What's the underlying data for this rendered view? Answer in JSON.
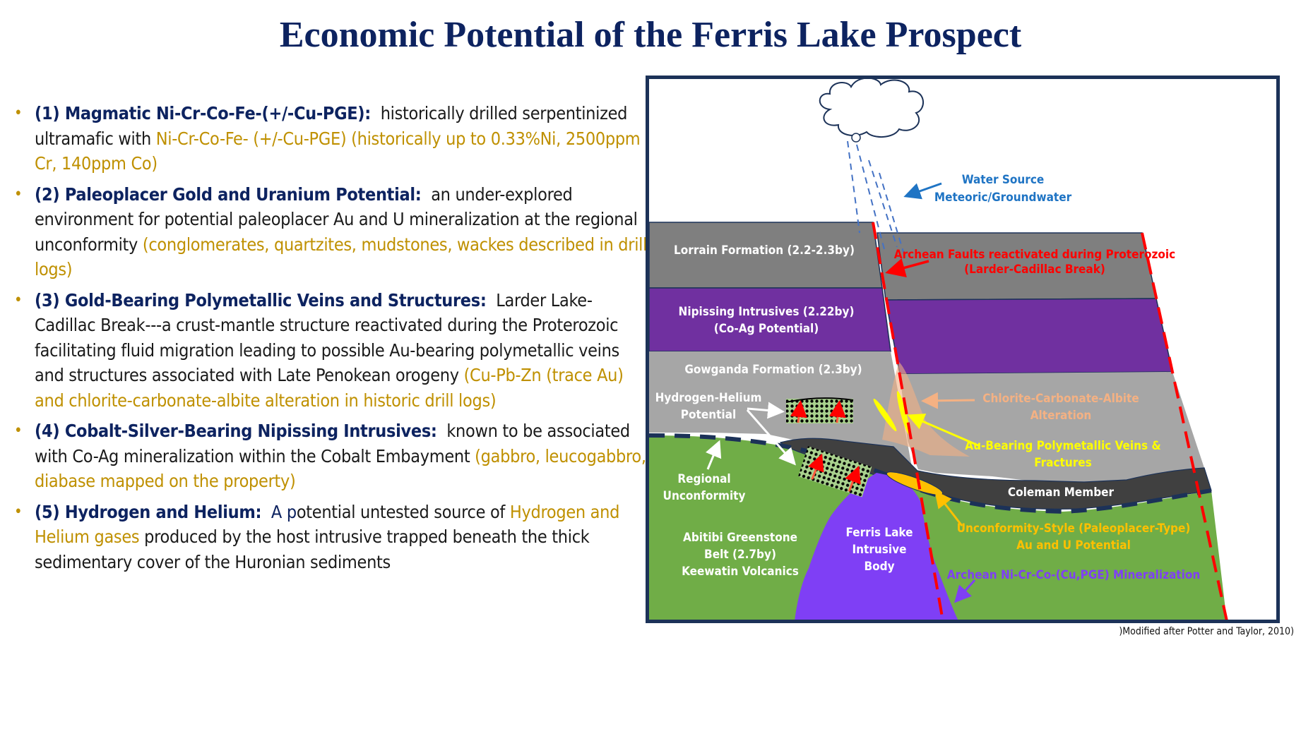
{
  "title": "Economic Potential of the Ferris Lake Prospect",
  "bullets": [
    {
      "heading": "(1) Magmatic Ni-Cr-Co-Fe-(+/-Cu-PGE):",
      "body": "historically drilled serpentinized ultramafic with",
      "highlight": "Ni-Cr-Co-Fe- (+/-Cu-PGE) (historically up to 0.33%Ni, 2500ppm Cr, 140ppm Co)"
    },
    {
      "heading": "(2) Paleoplacer Gold and Uranium Potential:",
      "body": "an under-explored environment for potential paleoplacer Au and U mineralization at the regional unconformity",
      "highlight": "(conglomerates, quartzites, mudstones, wackes described in drill logs)"
    },
    {
      "heading": "(3) Gold-Bearing Polymetallic Veins and Structures:",
      "body": "Larder Lake-Cadillac Break---a crust-mantle structure reactivated during the Proterozoic facilitating fluid migration leading to possible Au-bearing polymetallic veins and structures associated with Late Penokean orogeny",
      "highlight": "(Cu-Pb-Zn (trace Au) and chlorite-carbonate-albite alteration in historic drill logs)"
    },
    {
      "heading": "(4) Cobalt-Silver-Bearing Nipissing Intrusives:",
      "body": "known to be associated with Co-Ag mineralization within the Cobalt Embayment",
      "highlight": "(gabbro, leucogabbro, diabase mapped on the property)"
    },
    {
      "heading": "(5) Hydrogen and Helium:",
      "body_navy": "A p",
      "body": "otential untested source of ",
      "highlight": "Hydrogen and Helium gases",
      "tail": "produced by the host intrusive trapped beneath the thick sedimentary cover of the Huronian sediments"
    }
  ],
  "diagram": {
    "labels": {
      "water_source_1": "Water Source",
      "water_source_2": "Meteoric/Groundwater",
      "faults_1": "Archean Faults reactivated during Proterozoic",
      "faults_2": "(Larder-Cadillac Break)",
      "lorrain": "Lorrain Formation (2.2-2.3by)",
      "nipissing_1": "Nipissing Intrusives (2.22by)",
      "nipissing_2": "(Co-Ag Potential)",
      "gowganda": "Gowganda Formation (2.3by)",
      "hh_1": "Hydrogen-Helium",
      "hh_2": "Potential",
      "alteration_1": "Chlorite-Carbonate-Albite",
      "alteration_2": "Alteration",
      "veins_1": "Au-Bearing Polymetallic Veins &",
      "veins_2": "Fractures",
      "unconformity_1": "Regional",
      "unconformity_2": "Unconformity",
      "coleman": "Coleman Member",
      "paleoplacer_1": "Unconformity-Style (Paleoplacer-Type)",
      "paleoplacer_2": "Au and U Potential",
      "abitibi_1": "Abitibi Greenstone",
      "abitibi_2": "Belt (2.7by)",
      "abitibi_3": "Keewatin Volcanics",
      "ferris_1": "Ferris Lake",
      "ferris_2": "Intrusive",
      "ferris_3": "Body",
      "archean_min": "Archean Ni-Cr-Co-(Cu,PGE) Mineralization"
    },
    "colors": {
      "lorrain": "#7f7f7f",
      "nipissing": "#7030a0",
      "gowganda": "#a6a6a6",
      "coleman": "#404040",
      "greenstone": "#70ad47",
      "intrusive": "#7f3ff5",
      "fault": "#ff0000",
      "water": "#1f74c4",
      "alteration": "#f4b183",
      "veins": "#ffff00",
      "paleoplacer": "#ffc000",
      "frame": "#1c3258"
    }
  },
  "caption": ")Modified after Potter and Taylor, 2010)"
}
